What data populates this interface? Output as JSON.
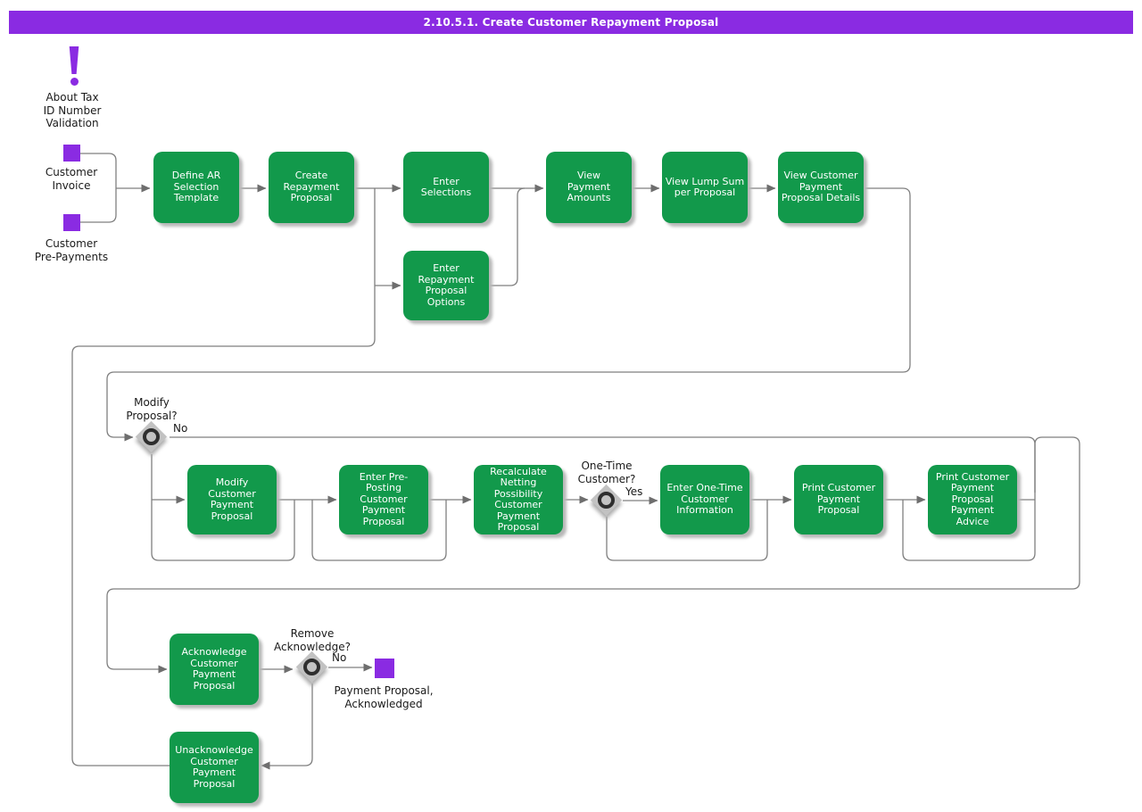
{
  "header": {
    "title": "2.10.5.1. Create Customer Repayment Proposal"
  },
  "note": {
    "label": "About Tax\nID Number\nValidation"
  },
  "events": {
    "start": [
      {
        "id": "customer-invoice",
        "label": "Customer\nInvoice"
      },
      {
        "id": "customer-pre-payments",
        "label": "Customer\nPre-Payments"
      }
    ],
    "end": {
      "id": "payment-proposal-acknowledged",
      "label": "Payment Proposal,\nAcknowledged"
    }
  },
  "tasks": [
    {
      "id": "define-ar-selection-template",
      "label": "Define AR\nSelection\nTemplate"
    },
    {
      "id": "create-repayment-proposal",
      "label": "Create\nRepayment\nProposal"
    },
    {
      "id": "enter-selections",
      "label": "Enter\nSelections"
    },
    {
      "id": "view-payment-amounts",
      "label": "View\nPayment\nAmounts"
    },
    {
      "id": "view-lump-sum-per-proposal",
      "label": "View Lump Sum\nper Proposal"
    },
    {
      "id": "view-customer-payment-proposal-details",
      "label": "View Customer\nPayment\nProposal Details"
    },
    {
      "id": "enter-repayment-proposal-options",
      "label": "Enter\nRepayment\nProposal\nOptions"
    },
    {
      "id": "modify-customer-payment-proposal",
      "label": "Modify\nCustomer\nPayment\nProposal"
    },
    {
      "id": "enter-pre-posting-customer-payment-proposal",
      "label": "Enter Pre-\nPosting\nCustomer\nPayment\nProposal"
    },
    {
      "id": "recalculate-netting-possibility-customer-payment-proposal",
      "label": "Recalculate\nNetting\nPossibility\nCustomer\nPayment\nProposal"
    },
    {
      "id": "enter-one-time-customer-information",
      "label": "Enter One-Time\nCustomer\nInformation"
    },
    {
      "id": "print-customer-payment-proposal",
      "label": "Print Customer\nPayment\nProposal"
    },
    {
      "id": "print-customer-payment-proposal-payment-advice",
      "label": "Print Customer\nPayment\nProposal\nPayment\nAdvice"
    },
    {
      "id": "acknowledge-customer-payment-proposal",
      "label": "Acknowledge\nCustomer\nPayment\nProposal"
    },
    {
      "id": "unacknowledge-customer-payment-proposal",
      "label": "Unacknowledge\nCustomer\nPayment\nProposal"
    }
  ],
  "decisions": [
    {
      "id": "modify-proposal",
      "question": "Modify\nProposal?",
      "branch_label": "No"
    },
    {
      "id": "one-time-customer",
      "question": "One-Time\nCustomer?",
      "branch_label": "Yes"
    },
    {
      "id": "remove-acknowledge",
      "question": "Remove\nAcknowledge?",
      "branch_label": "No"
    }
  ],
  "colors": {
    "purple_accent": "#8A2BE2",
    "task_green": "#12994B",
    "connector_gray": "#7F7F7F",
    "diamond_gray": "#C2C2C2"
  }
}
